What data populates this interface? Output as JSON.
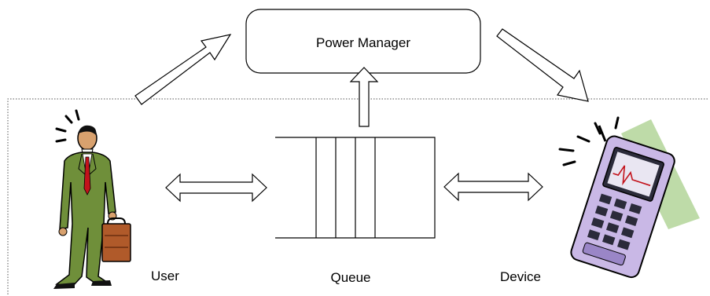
{
  "diagram": {
    "power_manager_label": "Power Manager",
    "user_label": "User",
    "queue_label": "Queue",
    "device_label": "Device"
  },
  "icons": {
    "user": "businessman-with-briefcase-icon",
    "device": "handheld-computer-icon"
  },
  "colors": {
    "suit": "#6f8f3a",
    "skin": "#d8a16e",
    "tie": "#c3121b",
    "briefcase": "#b05a2a",
    "device_body": "#c9b8e6",
    "device_shadow": "#bedba8",
    "device_screen": "#2b2b3a"
  }
}
